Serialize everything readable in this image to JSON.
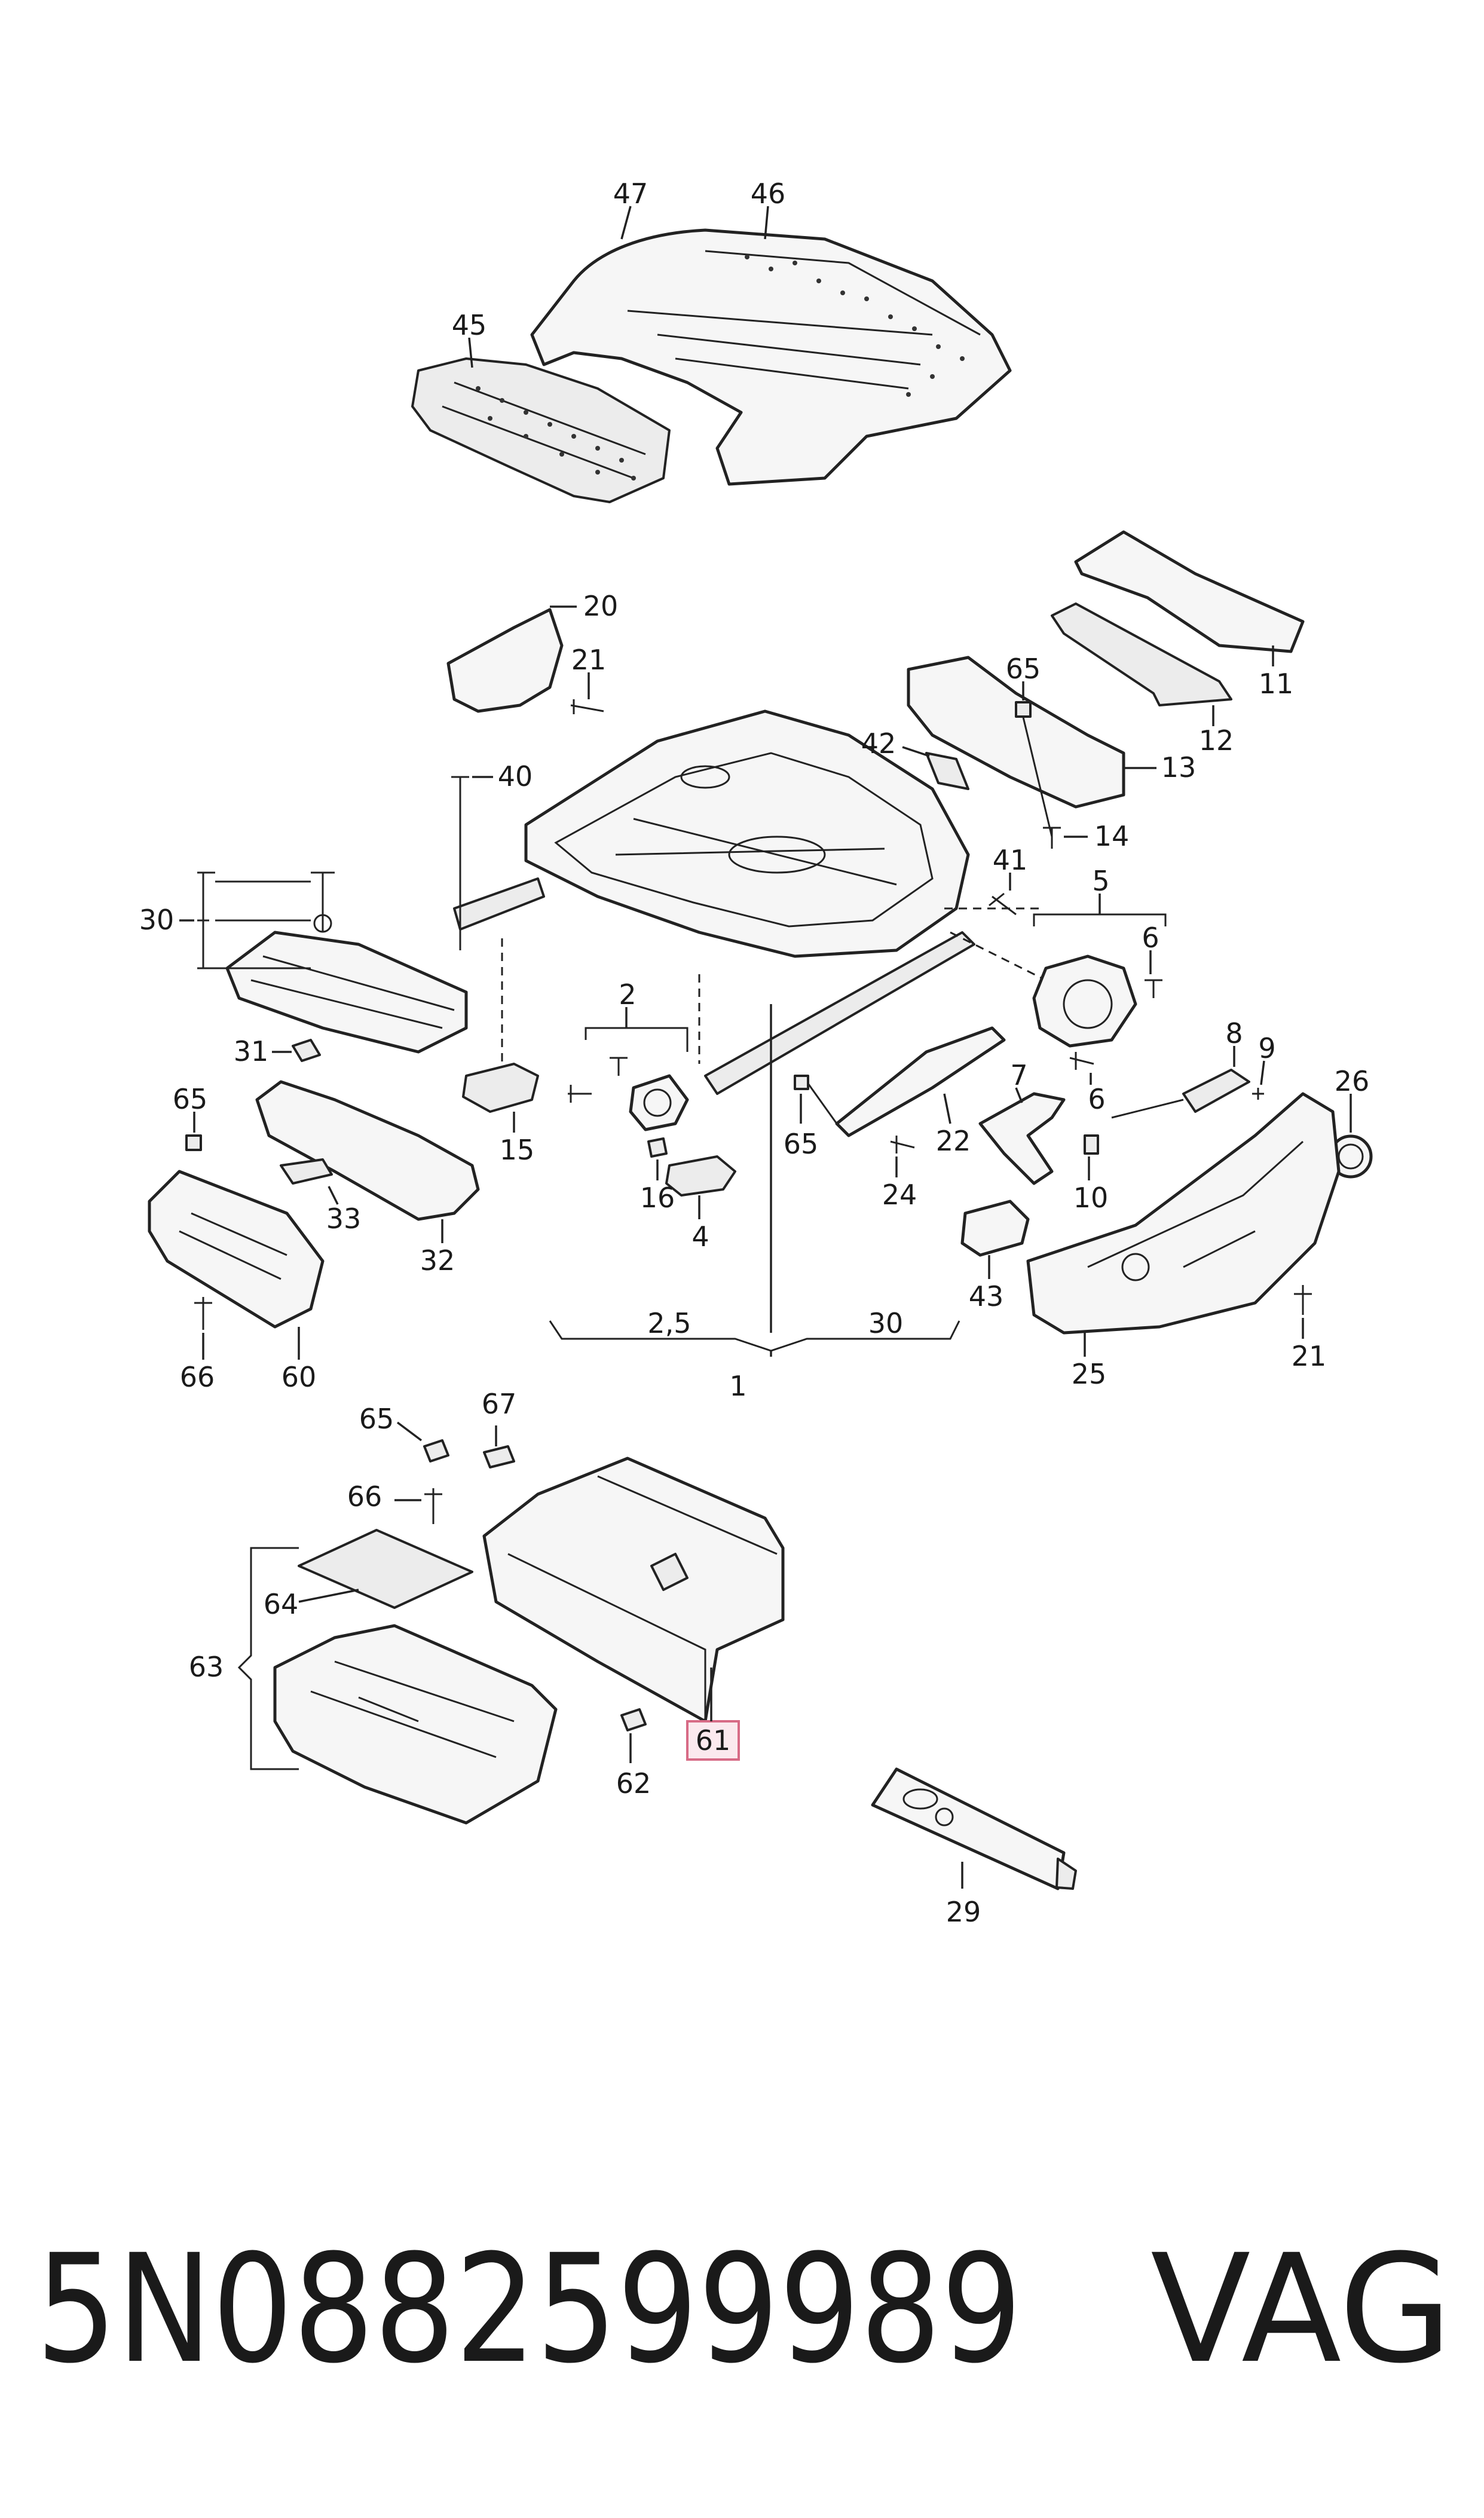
{
  "part_number": "5N0882599989",
  "brand": "VAG",
  "callouts": {
    "c47": "47",
    "c46": "46",
    "c45": "45",
    "c20": "20",
    "c21a": "21",
    "c40": "40",
    "c11": "11",
    "c12": "12",
    "c65a": "65",
    "c42": "42",
    "c13": "13",
    "c14": "14",
    "c30a": "30",
    "c41": "41",
    "c5": "5",
    "c6a": "6",
    "c31": "31",
    "c2": "2",
    "c8": "8",
    "c9": "9",
    "c26": "26",
    "c65b": "65",
    "c15": "15",
    "c65c": "65",
    "c22": "22",
    "c7": "7",
    "c6b": "6",
    "c33": "33",
    "c16": "16",
    "c24": "24",
    "c10": "10",
    "c32": "32",
    "c4": "4",
    "c43": "43",
    "c21b": "21",
    "c25": "25",
    "c66a": "66",
    "c60": "60",
    "c2_5": "2,5",
    "c30b": "30",
    "c1": "1",
    "c65d": "65",
    "c67": "67",
    "c66b": "66",
    "c64": "64",
    "c63": "63",
    "c61": "61",
    "c62": "62",
    "c29": "29"
  }
}
